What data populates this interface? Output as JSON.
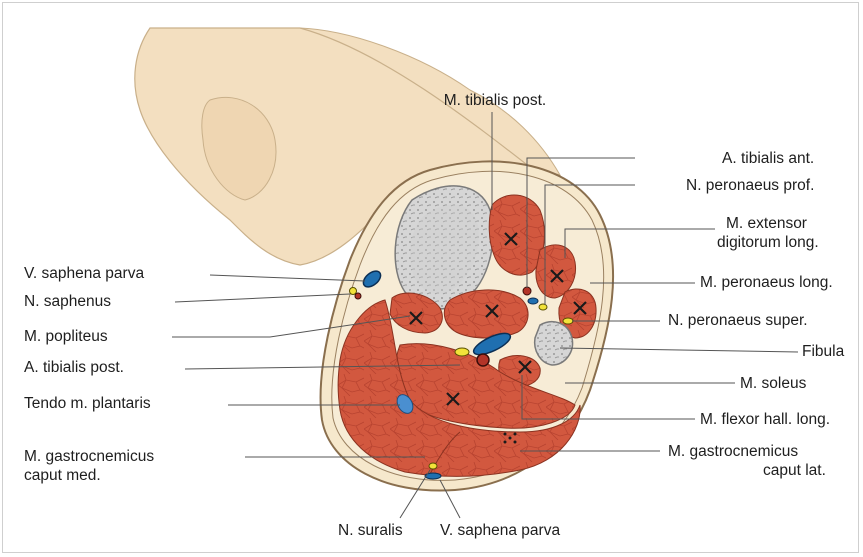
{
  "labels": {
    "tibialis_post": "M. tibialis post.",
    "tibialis_ant": "A. tibialis ant.",
    "peronaeus_prof": "N. peronaeus prof.",
    "extensor_line1": "M. extensor",
    "extensor_line2": "digitorum long.",
    "peronaeus_long": "M. peronaeus long.",
    "peronaeus_super": "N. peronaeus super.",
    "fibula": "Fibula",
    "soleus": "M. soleus",
    "flexor_hall": "M. flexor hall. long.",
    "gastro_lat_line1": "M. gastrocnemicus",
    "gastro_lat_line2": "caput lat.",
    "saphena_parva_left": "V. saphena parva",
    "saphenus": "N. saphenus",
    "popliteus": "M. popliteus",
    "a_tibialis_post": "A. tibialis post.",
    "plantaris": "Tendo m. plantaris",
    "gastro_med_line1": "M. gastrocnemicus",
    "gastro_med_line2": "caput med.",
    "suralis": "N. suralis",
    "saphena_parva_bottom": "V. saphena parva"
  },
  "colors": {
    "muscle": "#d2583f",
    "muscle_dark": "#b84330",
    "bone": "#d3d3d3",
    "fat": "#f6e8cc",
    "skin": "#f3dfc0",
    "vein": "#1f6fb0",
    "artery": "#b23428",
    "nerve": "#f2e23a"
  }
}
